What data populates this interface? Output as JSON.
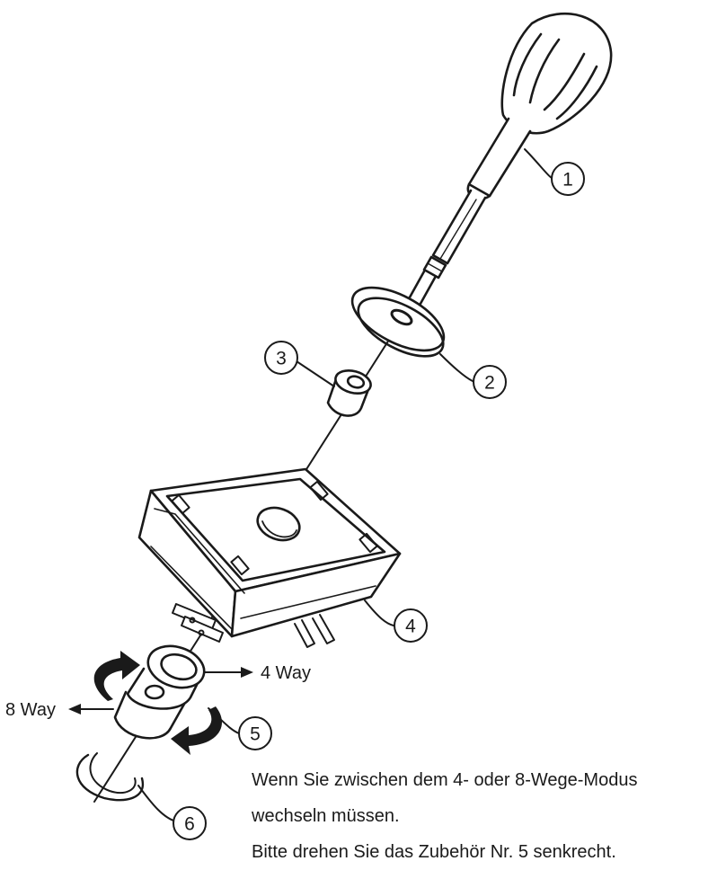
{
  "callouts": [
    "1",
    "2",
    "3",
    "4",
    "5",
    "6"
  ],
  "labels": {
    "four_way": "4 Way",
    "eight_way": "8 Way"
  },
  "note": [
    "Wenn Sie zwischen dem 4- oder 8-Wege-Modus",
    "wechseln müssen.",
    "Bitte drehen Sie das Zubehör Nr. 5 senkrecht."
  ]
}
